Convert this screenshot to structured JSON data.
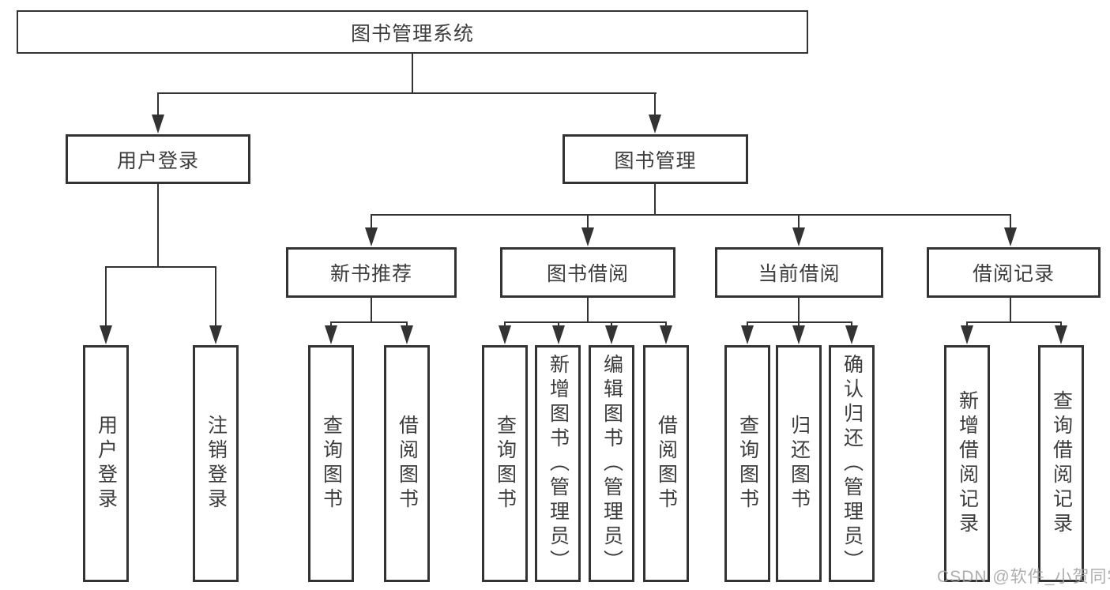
{
  "tree": {
    "root": "图书管理系统",
    "login": {
      "label": "用户登录",
      "leaves": [
        "用户登录",
        "注销登录"
      ]
    },
    "mgmt": {
      "label": "图书管理",
      "groups": [
        {
          "label": "新书推荐",
          "leaves": [
            "查询图书",
            "借阅图书"
          ]
        },
        {
          "label": "图书借阅",
          "leaves": [
            "查询图书",
            "新增图书（管理员）",
            "编辑图书（管理员）",
            "借阅图书"
          ]
        },
        {
          "label": "当前借阅",
          "leaves": [
            "查询图书",
            "归还图书",
            "确认归还（管理员）"
          ]
        },
        {
          "label": "借阅记录",
          "leaves": [
            "新增借阅记录",
            "查询借阅记录"
          ]
        }
      ]
    }
  },
  "watermark": "CSDN @软件_小贺同学",
  "colors": {
    "line": "#333333",
    "text": "#3d3d3d",
    "watermark": "#a0a0a0",
    "background": "#ffffff"
  }
}
